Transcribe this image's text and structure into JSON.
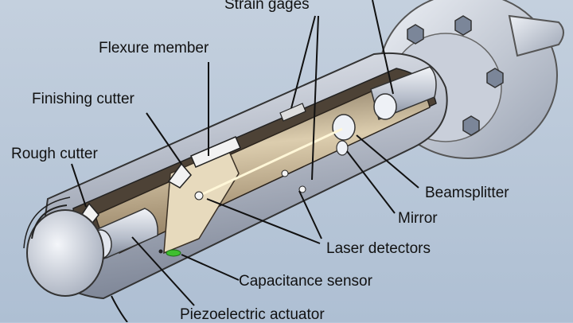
{
  "labels": {
    "strain_gages": "Strain gages",
    "flexure_member": "Flexure member",
    "finishing_cutter": "Finishing cutter",
    "rough_cutter": "Rough cutter",
    "beamsplitter": "Beamsplitter",
    "mirror": "Mirror",
    "laser_detectors": "Laser detectors",
    "capacitance_sensor": "Capacitance sensor",
    "piezoelectric_actuator": "Piezoelectric actuator"
  },
  "colors": {
    "background": "#b9c8da",
    "housing": "#c8ccd6",
    "housing_shadow": "#8e96a6",
    "cut_face": "#5a4e42",
    "inner_core": "#a08868",
    "inner_core_light": "#d8c8a8",
    "flexure": "#e6d9bc",
    "flange": "#d3d8e2",
    "bolt": "#6f7a8c",
    "sensor_green": "#3fbf2f"
  }
}
